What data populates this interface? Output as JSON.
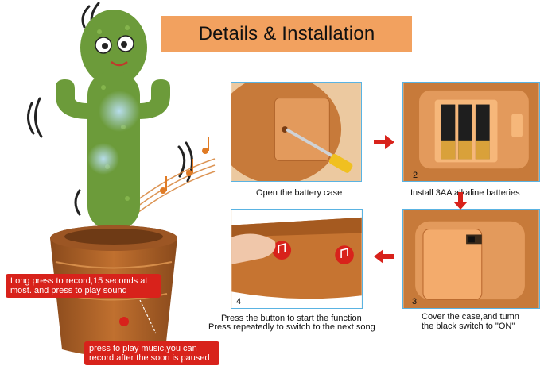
{
  "banner": {
    "title": "Details & Installation",
    "color": "#f2a15f"
  },
  "callouts": {
    "record": "Long press to record,15 seconds at most. and press to play sound",
    "music": "press to play music,you can record after the soon is paused"
  },
  "steps": [
    {
      "number": "",
      "caption": "Open the battery case"
    },
    {
      "number": "2",
      "caption": "Install 3AA alkaline batteries"
    },
    {
      "number": "3",
      "caption_line1": "Cover the case,and tumn",
      "caption_line2": "the black switch to \"ON\""
    },
    {
      "number": "4",
      "caption_line1": "Press the button to start the function",
      "caption_line2": "Press repeatedly to switch to the next song"
    }
  ],
  "colors": {
    "accent_red": "#d8221b",
    "panel_border": "#5ab3e2",
    "cactus_green": "#6c9b3a",
    "pot_brown": "#b5642a"
  },
  "icons": [
    "music-note-icon",
    "screwdriver-icon",
    "battery-icon",
    "switch-icon",
    "arrow-right-icon",
    "arrow-down-icon",
    "arrow-left-icon"
  ]
}
